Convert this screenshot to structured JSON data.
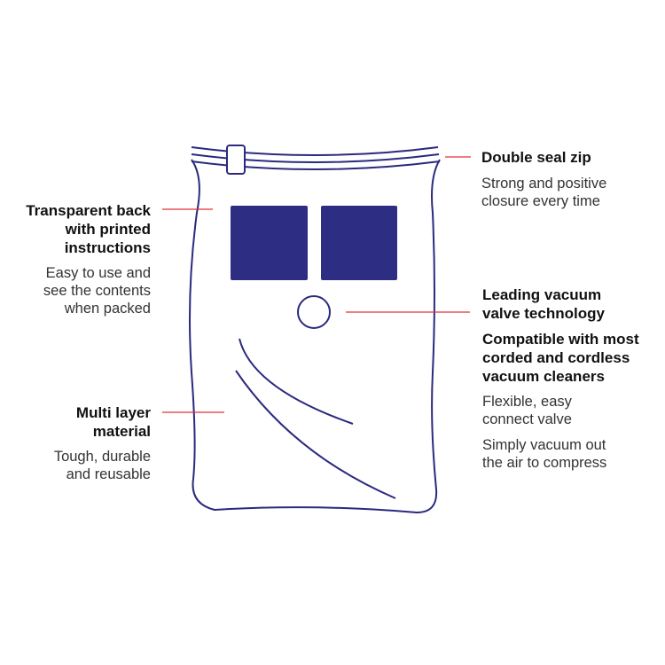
{
  "colors": {
    "outline": "#2b2a7e",
    "fill": "#2e2d84",
    "leader": "#e0303a"
  },
  "labels": {
    "zip": {
      "title": [
        "Double seal zip"
      ],
      "desc": [
        "Strong and positive",
        "closure every time"
      ]
    },
    "back": {
      "title": [
        "Transparent back",
        "with printed",
        "instructions"
      ],
      "desc": [
        "Easy to use and",
        "see the contents",
        "when packed"
      ]
    },
    "valve": {
      "title": [
        "Leading vacuum",
        "valve technology"
      ]
    },
    "compat": {
      "title": [
        "Compatible with most",
        "corded and cordless",
        "vacuum cleaners"
      ],
      "desc1": [
        "Flexible, easy",
        "connect valve"
      ],
      "desc2": [
        "Simply vacuum out",
        "the air to compress"
      ]
    },
    "layer": {
      "title": [
        "Multi layer",
        "material"
      ],
      "desc": [
        "Tough, durable",
        "and reusable"
      ]
    }
  }
}
